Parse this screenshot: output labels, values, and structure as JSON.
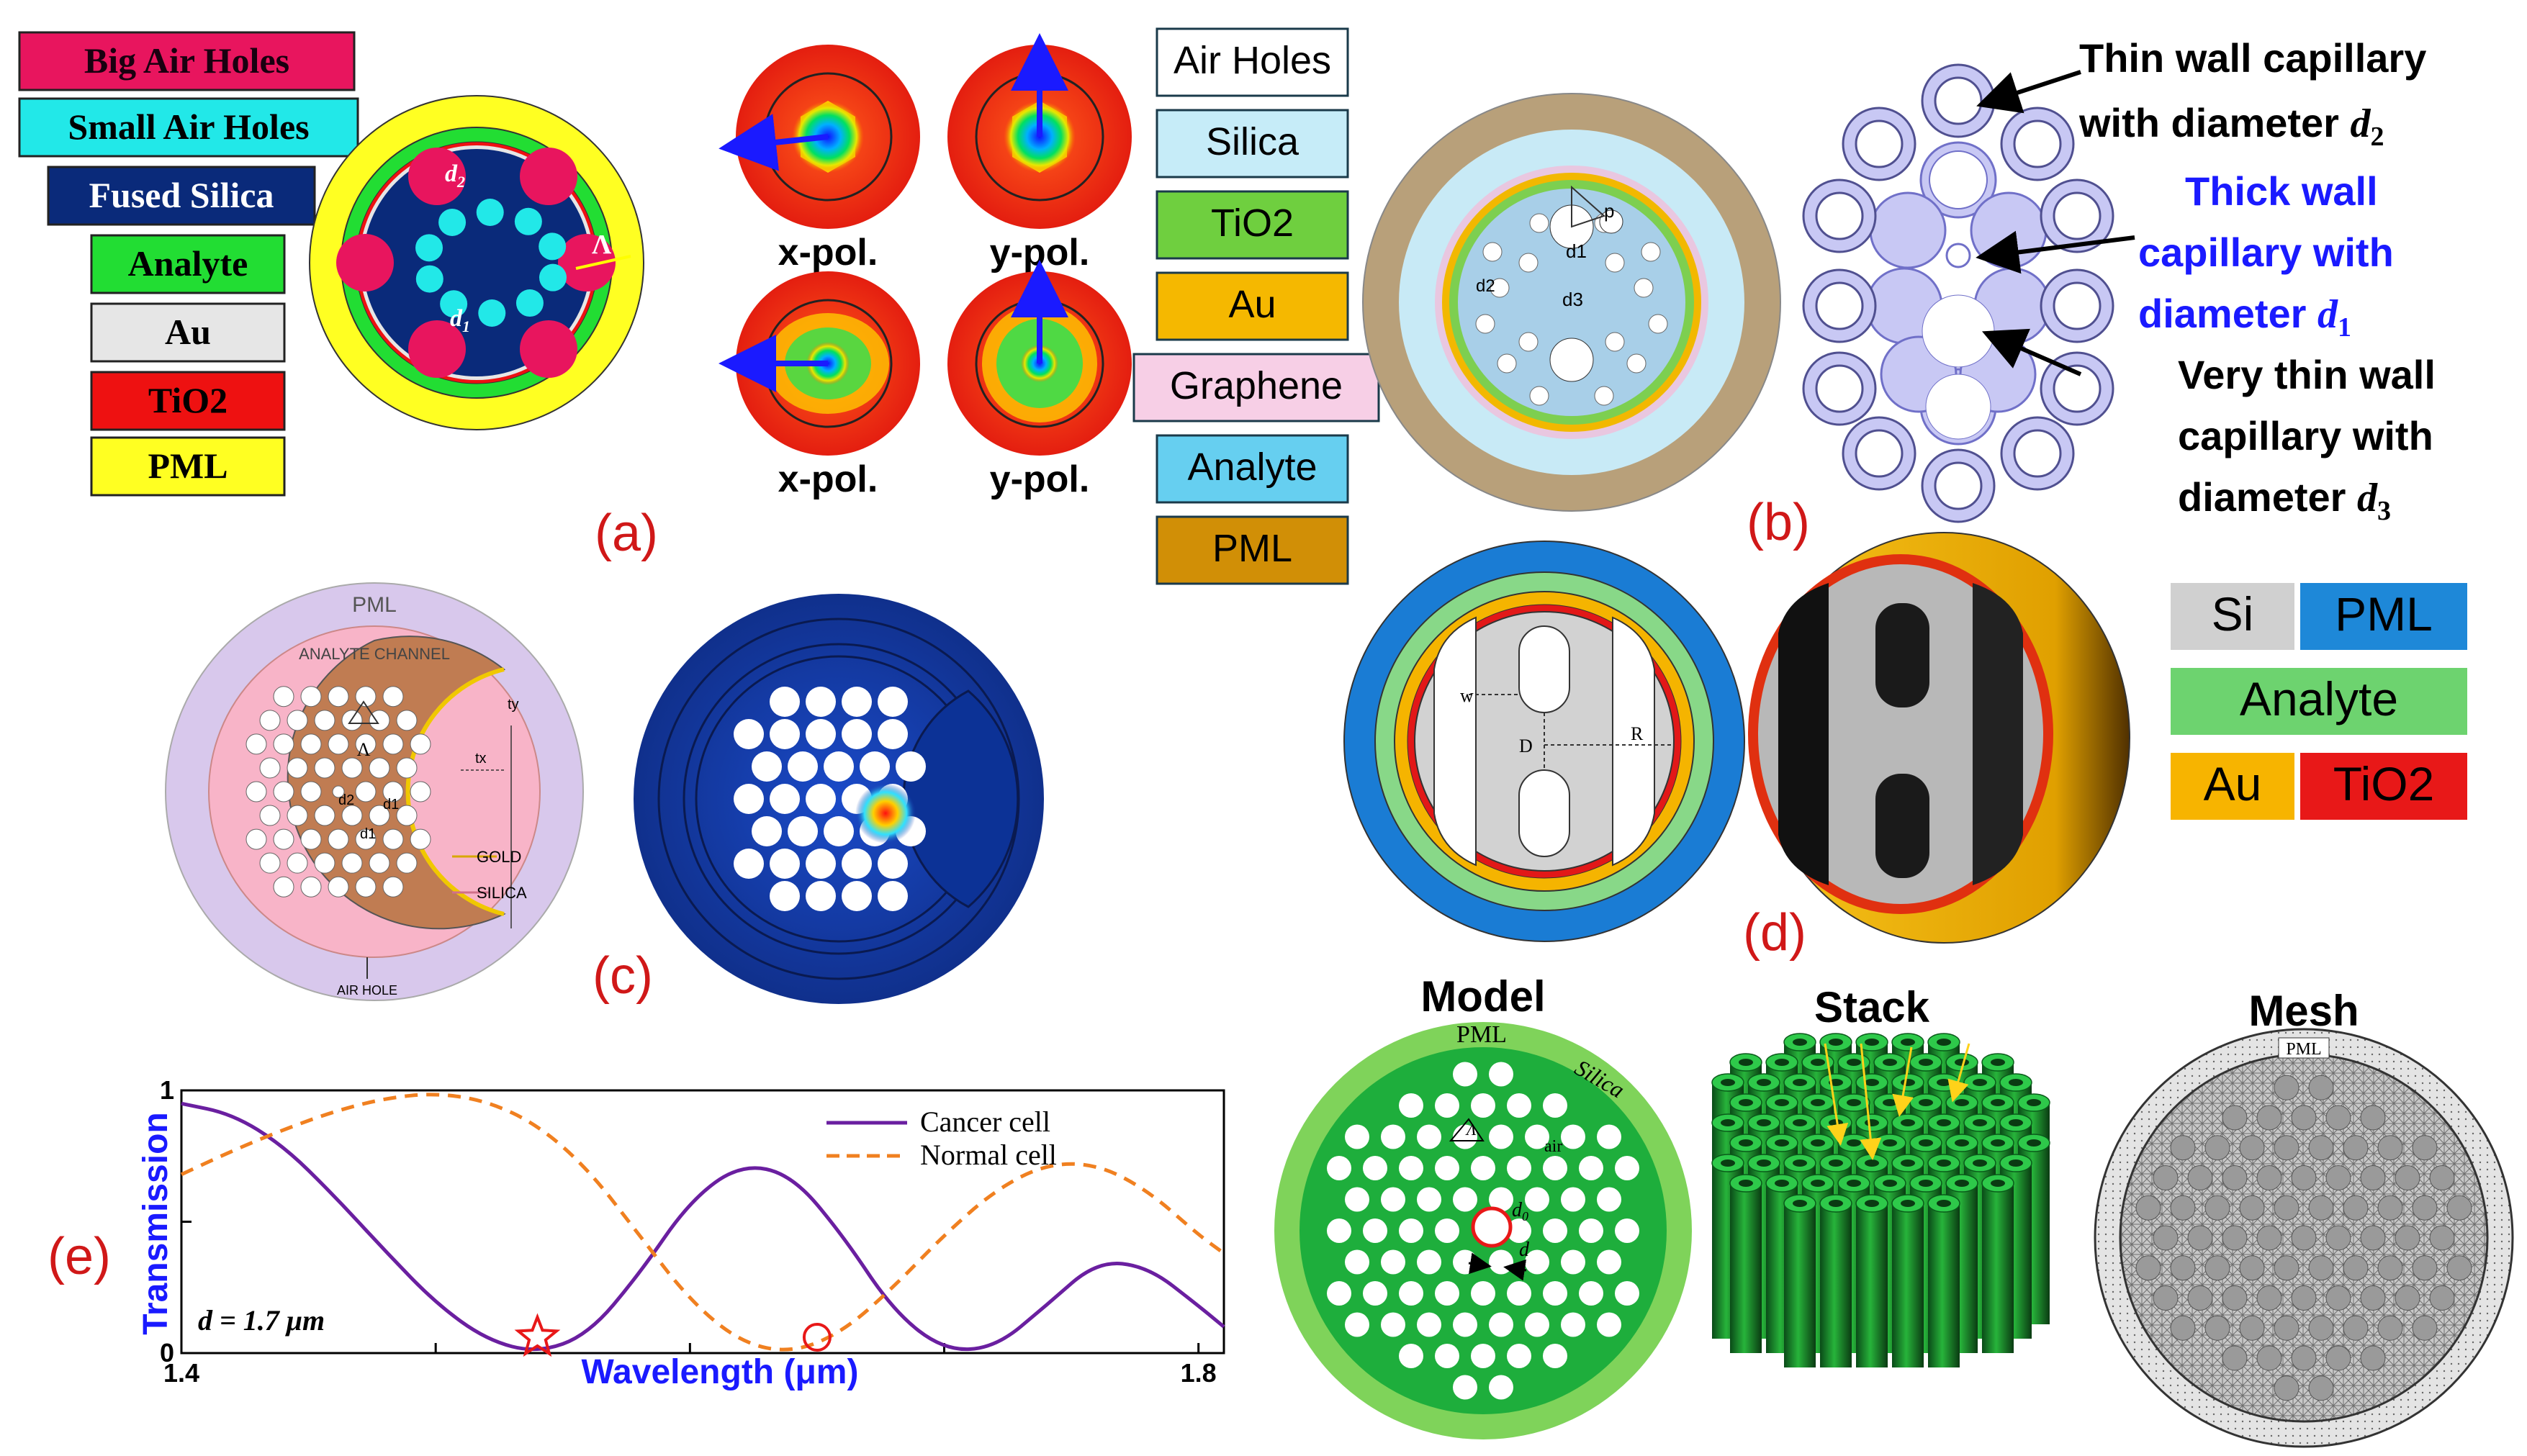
{
  "panel_a": {
    "legend": [
      {
        "label": "Big Air Holes",
        "color": "#e8155e",
        "text_color": "#1a0010"
      },
      {
        "label": "Small Air Holes",
        "color": "#22e8e8",
        "text_color": "#000000"
      },
      {
        "label": "Fused Silica",
        "color": "#0a2a7a",
        "text_color": "#ffffff"
      },
      {
        "label": "Analyte",
        "color": "#22dd33",
        "text_color": "#000000"
      },
      {
        "label": "Au",
        "color": "#e6e6e6",
        "text_color": "#000000"
      },
      {
        "label": "TiO2",
        "color": "#ee1111",
        "text_color": "#000000"
      },
      {
        "label": "PML",
        "color": "#ffff22",
        "text_color": "#000000"
      }
    ],
    "d2_label": "d",
    "d2_sub": "2",
    "d1_label": "d",
    "d1_sub": "1",
    "lambda_label": "Λ",
    "pol_labels": [
      "x-pol.",
      "y-pol.",
      "x-pol.",
      "y-pol."
    ],
    "caption": "(a)"
  },
  "panel_b": {
    "legend": [
      {
        "label": "Air Holes",
        "color": "#ffffff"
      },
      {
        "label": "Silica",
        "color": "#c6ecf8"
      },
      {
        "label": "TiO2",
        "color": "#6fcf3f"
      },
      {
        "label": "Au",
        "color": "#f5b800"
      },
      {
        "label": "Graphene",
        "color": "#f7cfe6"
      },
      {
        "label": "Analyte",
        "color": "#66cff0"
      },
      {
        "label": "PML",
        "color": "#d18f06"
      }
    ],
    "labels": {
      "p": "p",
      "d1": "d1",
      "d2": "d2",
      "d3": "d3"
    },
    "annotations": {
      "thin_line1": "Thin wall capillary",
      "thin_line2": "with diameter ",
      "thin_d": "d",
      "thin_sub": "2",
      "thick_line1": "Thick wall",
      "thick_line2": "capillary with",
      "thick_line3": "diameter ",
      "thick_d": "d",
      "thick_sub": "1",
      "vthin_line1": "Very thin wall",
      "vthin_line2": "capillary with",
      "vthin_line3": "diameter ",
      "vthin_d": "d",
      "vthin_sub": "3"
    },
    "caption": "(b)"
  },
  "panel_c": {
    "labels": {
      "pml": "PML",
      "analyte_channel": "ANALYTE CHANNEL",
      "lambda": "Λ",
      "d2": "d2",
      "d1": "d1",
      "d1b": "d1",
      "tx": "tx",
      "ty": "ty",
      "gold": "GOLD",
      "silica": "SILICA",
      "air_hole": "AIR HOLE"
    },
    "caption": "(c)"
  },
  "panel_d": {
    "labels": {
      "w": "w",
      "D": "D",
      "R": "R"
    },
    "legend": [
      {
        "label": "Si",
        "color": "#d0d0d0"
      },
      {
        "label": "PML",
        "color": "#1e88d8"
      },
      {
        "label": "Analyte",
        "color": "#6dd36f"
      },
      {
        "label": "Au",
        "color": "#f7b400"
      },
      {
        "label": "TiO2",
        "color": "#e81818"
      }
    ],
    "caption": "(d)"
  },
  "panel_e": {
    "caption": "(e)",
    "annotation": "d = 1.7 μm",
    "chart_data": {
      "type": "line",
      "xlabel": "Wavelength (μm)",
      "ylabel": "Transmission",
      "xlim": [
        1.4,
        1.81
      ],
      "ylim": [
        0,
        1
      ],
      "x_ticks": [
        "1.4",
        "1.8"
      ],
      "y_ticks": [
        "0",
        "1"
      ],
      "series": [
        {
          "name": "Cancer cell",
          "color": "#6a1fa0",
          "dash": false,
          "x": [
            1.4,
            1.42,
            1.44,
            1.46,
            1.48,
            1.5,
            1.52,
            1.54,
            1.56,
            1.58,
            1.6,
            1.62,
            1.64,
            1.66,
            1.68,
            1.7,
            1.72,
            1.74,
            1.76,
            1.78,
            1.8,
            1.81
          ],
          "y": [
            0.95,
            0.91,
            0.79,
            0.6,
            0.39,
            0.19,
            0.05,
            0.0,
            0.07,
            0.3,
            0.58,
            0.72,
            0.68,
            0.45,
            0.16,
            0.01,
            0.02,
            0.18,
            0.35,
            0.33,
            0.18,
            0.1
          ]
        },
        {
          "name": "Normal cell",
          "color": "#f08020",
          "dash": true,
          "x": [
            1.4,
            1.42,
            1.44,
            1.46,
            1.48,
            1.5,
            1.52,
            1.54,
            1.56,
            1.58,
            1.6,
            1.62,
            1.64,
            1.66,
            1.68,
            1.7,
            1.72,
            1.74,
            1.76,
            1.78,
            1.8,
            1.81
          ],
          "y": [
            0.68,
            0.77,
            0.85,
            0.92,
            0.97,
            0.99,
            0.96,
            0.87,
            0.7,
            0.45,
            0.2,
            0.04,
            0.0,
            0.08,
            0.25,
            0.45,
            0.62,
            0.72,
            0.72,
            0.62,
            0.45,
            0.38
          ]
        }
      ],
      "markers": [
        {
          "shape": "star",
          "x": 1.54,
          "y": 0.0
        },
        {
          "shape": "circle",
          "x": 1.65,
          "y": 0.0
        }
      ],
      "legend_placement": "top-right"
    }
  },
  "panel_f": {
    "model": {
      "title": "Model",
      "pml": "PML",
      "silica": "Silica",
      "air": "air",
      "lambda": "Λ",
      "d0": "d",
      "d0_sub": "0",
      "d": "d"
    },
    "stack": {
      "title": "Stack"
    },
    "mesh": {
      "title": "Mesh",
      "pml": "PML"
    }
  }
}
